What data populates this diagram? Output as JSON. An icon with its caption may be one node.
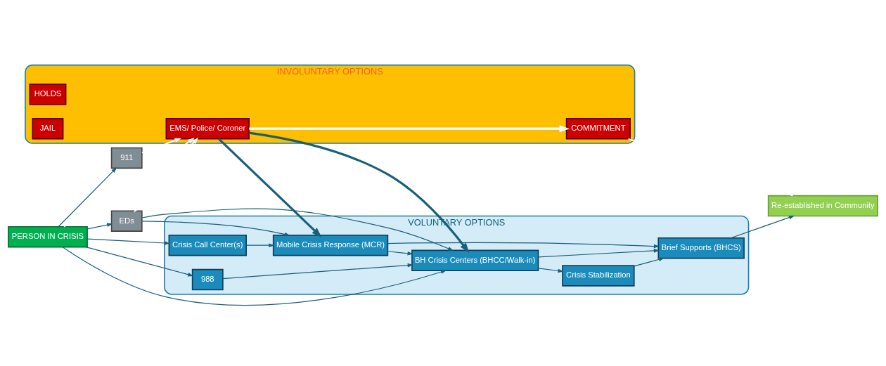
{
  "diagram": {
    "nodes": [
      {
        "text": [
          "VOLUNTARY OPTIONS"
        ]
      },
      {
        "text": [
          "PERSON IN CRISIS"
        ]
      },
      {
        "text": [
          "Mobile Crisis Response (MCR)"
        ],
        "in": 0
      },
      {
        "text": [
          "Crisis Call Center(s)"
        ],
        "in": 0
      },
      {
        "text": [
          "988"
        ],
        "in": 0
      },
      {
        "text": [
          "BH Crisis Centers (BHCC/Walk-in)"
        ],
        "in": 0
      },
      {
        "text": [
          "Crisis Stabilization"
        ],
        "in": 0
      },
      {
        "text": [
          "Brief Supports (BHCS)"
        ],
        "in": 0
      },
      {
        "text": [
          "Re-established in Community"
        ]
      },
      {
        "text": [
          "INVOLUNTARY OPTIONS"
        ]
      },
      {
        "text": [
          "911"
        ]
      },
      {
        "text": [
          "EDs"
        ]
      },
      {
        "text": [
          "EMS/ Police/ Coroner"
        ],
        "in": 9
      },
      {
        "text": [
          "HOLDS"
        ],
        "in": 9
      },
      {
        "text": [
          "COMMITMENT"
        ],
        "in": 9
      },
      {
        "text": [
          "JAIL"
        ],
        "in": 9
      }
    ],
    "edges": [
      {
        "from": 1,
        "to": 3,
        "arrow": "to"
      },
      {
        "from": 1,
        "to": 4,
        "arrow": "to"
      },
      {
        "from": 1,
        "to": 5,
        "arrow": "to"
      },
      {
        "from": 1,
        "to": 11,
        "arrow": "to"
      },
      {
        "from": 1,
        "to": 10,
        "arrow": "to"
      },
      {
        "from": 1,
        "to": 12,
        "arrow": "to",
        "color": "#ffffff"
      },
      {
        "from": 3,
        "to": 2,
        "arrow": "to"
      },
      {
        "from": 4,
        "to": 5,
        "arrow": "to"
      },
      {
        "from": 11,
        "to": 2,
        "arrow": "to"
      },
      {
        "from": 11,
        "to": 5,
        "arrow": "to"
      },
      {
        "from": 2,
        "to": 5,
        "arrow": "to"
      },
      {
        "from": 12,
        "to": 5,
        "arrow": "to",
        "style": "thick"
      },
      {
        "from": 12,
        "to": 2,
        "arrow": "to",
        "style": "thick"
      },
      {
        "from": 10,
        "to": 12,
        "arrow": "to",
        "color": "#ffffff"
      },
      {
        "from": 11,
        "to": 12,
        "arrow": "both",
        "color": "#ffffff"
      },
      {
        "from": 12,
        "to": 14,
        "arrow": "to",
        "style": "thick",
        "color": "#ffffff"
      },
      {
        "from": 2,
        "to": 7,
        "arrow": "to"
      },
      {
        "from": 5,
        "to": 6,
        "arrow": "to"
      },
      {
        "from": 5,
        "to": 7,
        "arrow": "to"
      },
      {
        "from": 6,
        "to": 7,
        "arrow": "to"
      },
      {
        "from": 7,
        "to": 8,
        "arrow": "to"
      },
      {
        "from": 14,
        "to": 8,
        "arrow": "none",
        "color": "#ffffff"
      }
    ]
  }
}
